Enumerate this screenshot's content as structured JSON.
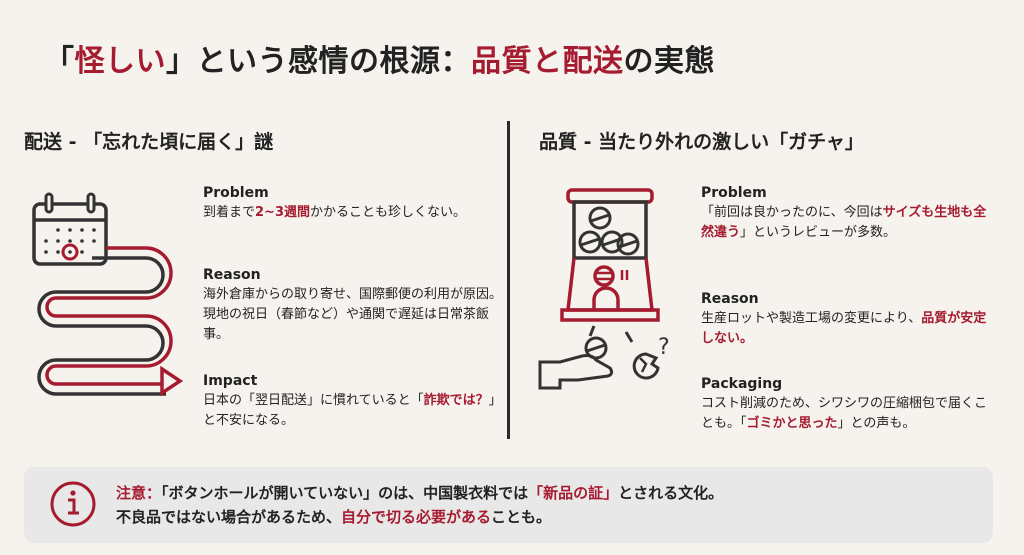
{
  "colors": {
    "accent": "#a51c30",
    "text": "#222222",
    "background": "#f6f3ee",
    "note_background": "#e9e8e8"
  },
  "title": {
    "open_bracket": "「",
    "accent1": "怪しい",
    "part2": "」という感情の根源：",
    "accent2": "品質と配送",
    "part3": "の実態"
  },
  "left": {
    "heading": "配送 - 「忘れた頃に届く」謎",
    "illustration_icon": "calendar-winding-road-icon",
    "blocks": [
      {
        "label": "Problem",
        "pre": "到着まで",
        "hl": "2~3週間",
        "post": "かかることも珍しくない。"
      },
      {
        "label": "Reason",
        "text": "海外倉庫からの取り寄せ、国際郵便の利用が原因。現地の祝日（春節など）や通関で遅延は日常茶飯事。"
      },
      {
        "label": "Impact",
        "pre": "日本の「翌日配送」に慣れていると「",
        "hl": "詐欺では？",
        "post": "」と不安になる。"
      }
    ]
  },
  "right": {
    "heading": "品質 - 当たり外れの激しい「ガチャ」",
    "illustration_icon": "gacha-machine-icon",
    "blocks": [
      {
        "label": "Problem",
        "pre": "「前回は良かったのに、今回は",
        "hl": "サイズも生地も全然違う",
        "post": "」というレビューが多数。"
      },
      {
        "label": "Reason",
        "pre": "生産ロットや製造工場の変更により、",
        "hl": "品質が安定しない。",
        "post": ""
      },
      {
        "label": "Packaging",
        "pre": "コスト削減のため、シワシワの圧縮梱包で届くことも。「",
        "hl": "ゴミかと思った",
        "post": "」との声も。"
      }
    ]
  },
  "note": {
    "icon": "info-icon",
    "label": "注意：",
    "line1_pre": "「ボタンホールが開いていない」のは、中国製衣料では",
    "line1_hl": "「新品の証」",
    "line1_post": "とされる文化。",
    "line2_pre": "不良品ではない場合があるため、",
    "line2_hl": "自分で切る必要がある",
    "line2_post": "ことも。"
  }
}
